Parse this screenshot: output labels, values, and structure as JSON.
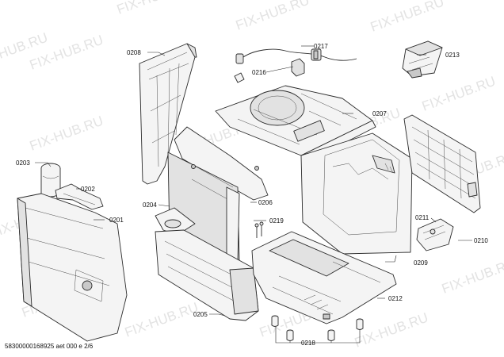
{
  "watermark": "FIX-HUB.RU",
  "footer": "58300000168925 aet 000 e 2/6",
  "labels": {
    "p0208": "0208",
    "p0217": "0217",
    "p0213": "0213",
    "p0216": "0216",
    "p0207": "0207",
    "p0203": "0203",
    "p0202": "0202",
    "p0201": "0201",
    "p0204": "0204",
    "p0206": "0206",
    "p0219": "0219",
    "p0211": "0211",
    "p0210": "0210",
    "p0209": "0209",
    "p0205": "0205",
    "p0212": "0212",
    "p0218": "0218"
  }
}
